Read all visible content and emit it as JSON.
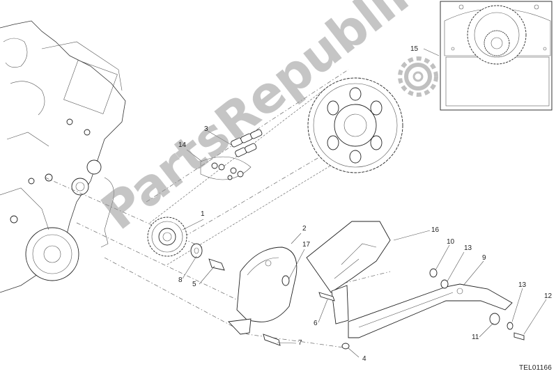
{
  "callouts": [
    {
      "id": "c1",
      "text": "1"
    },
    {
      "id": "c2",
      "text": "2"
    },
    {
      "id": "c3",
      "text": "3"
    },
    {
      "id": "c4",
      "text": "4"
    },
    {
      "id": "c5",
      "text": "5"
    },
    {
      "id": "c6",
      "text": "6"
    },
    {
      "id": "c7",
      "text": "7"
    },
    {
      "id": "c8",
      "text": "8"
    },
    {
      "id": "c9",
      "text": "9"
    },
    {
      "id": "c10",
      "text": "10"
    },
    {
      "id": "c11",
      "text": "11"
    },
    {
      "id": "c12",
      "text": "12"
    },
    {
      "id": "c13a",
      "text": "13"
    },
    {
      "id": "c13b",
      "text": "13"
    },
    {
      "id": "c14",
      "text": "14"
    },
    {
      "id": "c15",
      "text": "15"
    },
    {
      "id": "c16",
      "text": "16"
    },
    {
      "id": "c17",
      "text": "17"
    }
  ],
  "drawing_code": "TEL01166",
  "watermark": "PartsRepublik",
  "icons": {
    "logo": "gear-icon"
  }
}
